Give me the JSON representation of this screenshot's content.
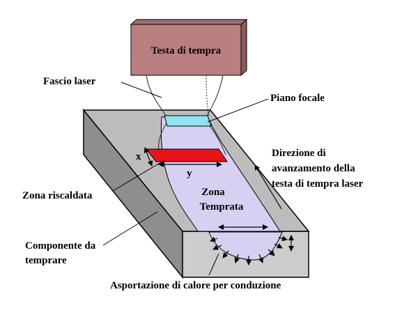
{
  "labels": {
    "head": "Testa di tempra",
    "beam": "Fascio laser",
    "focal_plane": "Piano focale",
    "direction_line1": "Direzione di",
    "direction_line2": "avanzamento della",
    "direction_line3": "testa di tempra laser",
    "heated_zone": "Zona riscaldata",
    "hardened_line1": "Zona",
    "hardened_line2": "Temprata",
    "component_line1": "Componente da",
    "component_line2": "temprare",
    "heat_removal": "Asportazione di calore per conduzione",
    "x": "x",
    "y": "y"
  },
  "colors": {
    "head_fill": "#b97f80",
    "block_top": "#bcbcbc",
    "block_side": "#8e8e8e",
    "block_front": "#cdcdcd",
    "hardened_zone": "#d6d0f2",
    "focal_plane": "#8fe3ee",
    "heated_zone": "#e8141c"
  }
}
